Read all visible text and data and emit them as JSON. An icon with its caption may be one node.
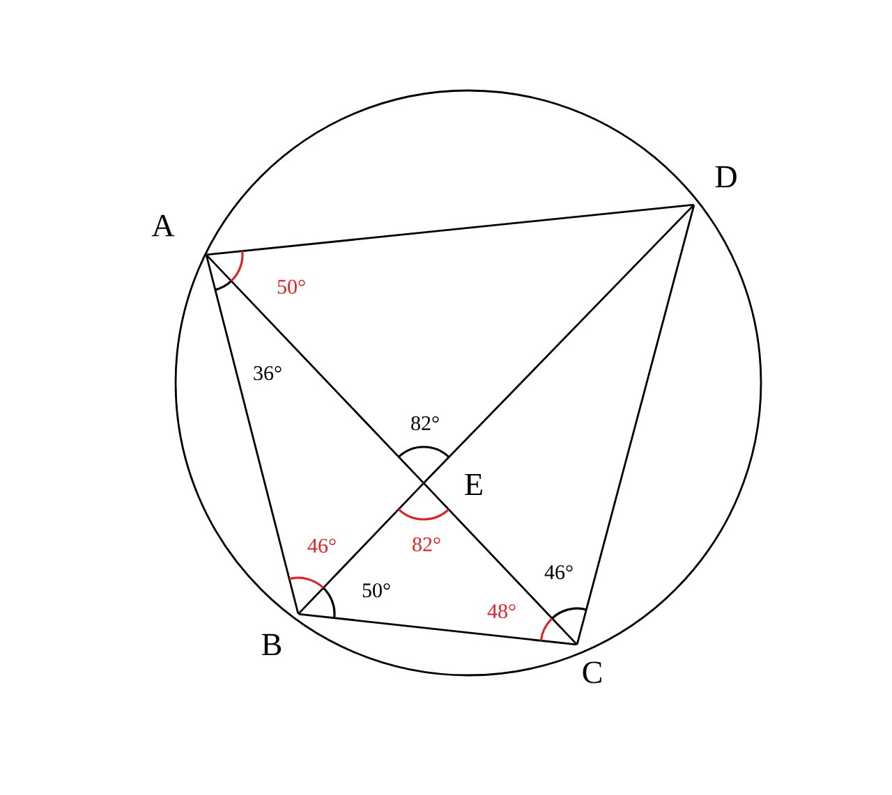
{
  "diagram": {
    "nodes": [
      {
        "text": [
          "A"
        ]
      },
      {
        "text": [
          "B"
        ]
      },
      {
        "text": [
          "C"
        ]
      },
      {
        "text": [
          "D"
        ]
      },
      {
        "text": [
          "E"
        ]
      }
    ],
    "edges": [
      {
        "from": 0,
        "to": 1,
        "arrow": "none"
      },
      {
        "from": 1,
        "to": 2,
        "arrow": "none"
      },
      {
        "from": 2,
        "to": 3,
        "arrow": "none"
      },
      {
        "from": 3,
        "to": 0,
        "arrow": "none"
      },
      {
        "from": 0,
        "to": 4,
        "arrow": "none"
      },
      {
        "from": 4,
        "to": 2,
        "arrow": "none"
      },
      {
        "from": 1,
        "to": 4,
        "arrow": "none"
      },
      {
        "from": 4,
        "to": 3,
        "arrow": "none"
      }
    ],
    "labels": [
      "50°",
      "36°",
      "82°",
      "82°",
      "46°",
      "50°",
      "48°",
      "46°"
    ]
  }
}
